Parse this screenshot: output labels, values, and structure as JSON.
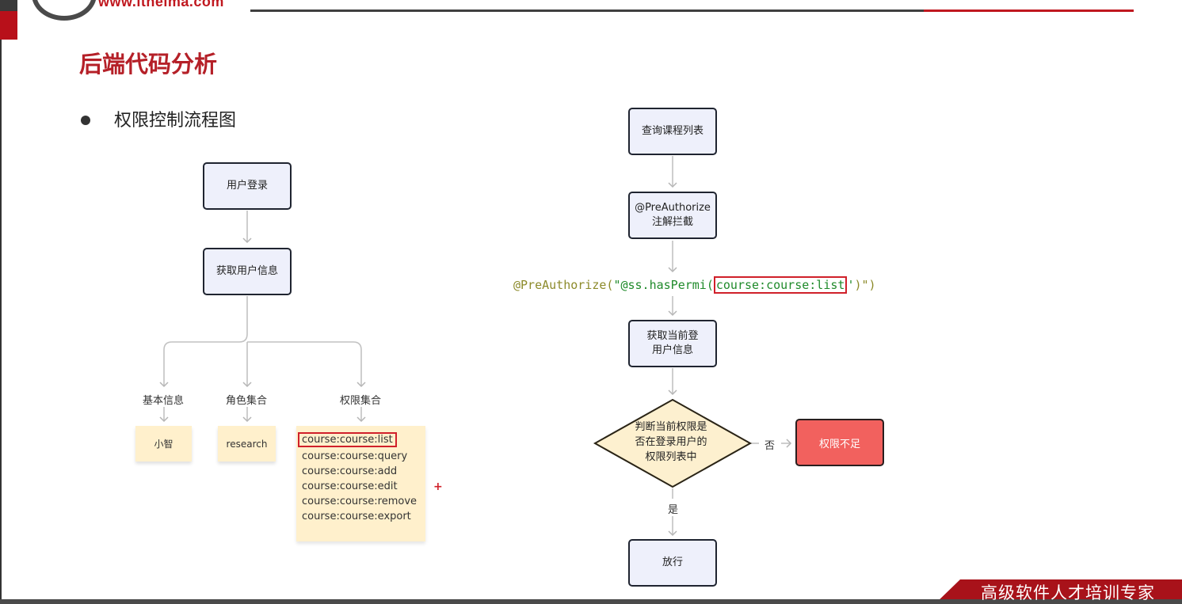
{
  "header": {
    "site_url": "www.itheima.com"
  },
  "page": {
    "title": "后端代码分析",
    "bullet": "权限控制流程图"
  },
  "left_flow": {
    "login": "用户登录",
    "get_user_info": "获取用户信息",
    "branches": [
      "基本信息",
      "角色集合",
      "权限集合"
    ],
    "basic_info_value": "小智",
    "role_value": "research",
    "permissions": [
      "course:course:list",
      "course:course:query",
      "course:course:add",
      "course:course:edit",
      "course:course:remove",
      "course:course:export"
    ],
    "highlighted_permission": "course:course:list"
  },
  "right_flow": {
    "query_list": "查询课程列表",
    "preauthorize_line1": "@PreAuthorize",
    "preauthorize_line2": "注解拦截",
    "annotation": {
      "prefix": "@PreAuthorize(",
      "string_start": "\"@ss.hasPermi(",
      "highlight": "course:course:list",
      "quote_after": "'",
      "closing": ")\")"
    },
    "get_current_user_line1": "获取当前登",
    "get_current_user_line2": "用户信息",
    "decision_lines": [
      "判断当前权限是",
      "否在登录用户的",
      "权限列表中"
    ],
    "no_label": "否",
    "yes_label": "是",
    "insufficient": "权限不足",
    "allow": "放行"
  },
  "footer": {
    "slogan": "高级软件人才培训专家"
  },
  "colors": {
    "title_red": "#b52028",
    "box_fill": "#eef0fb",
    "note_fill": "#fff0cc",
    "alert_fill": "#f2615e",
    "highlight_border": "#d0202a"
  }
}
